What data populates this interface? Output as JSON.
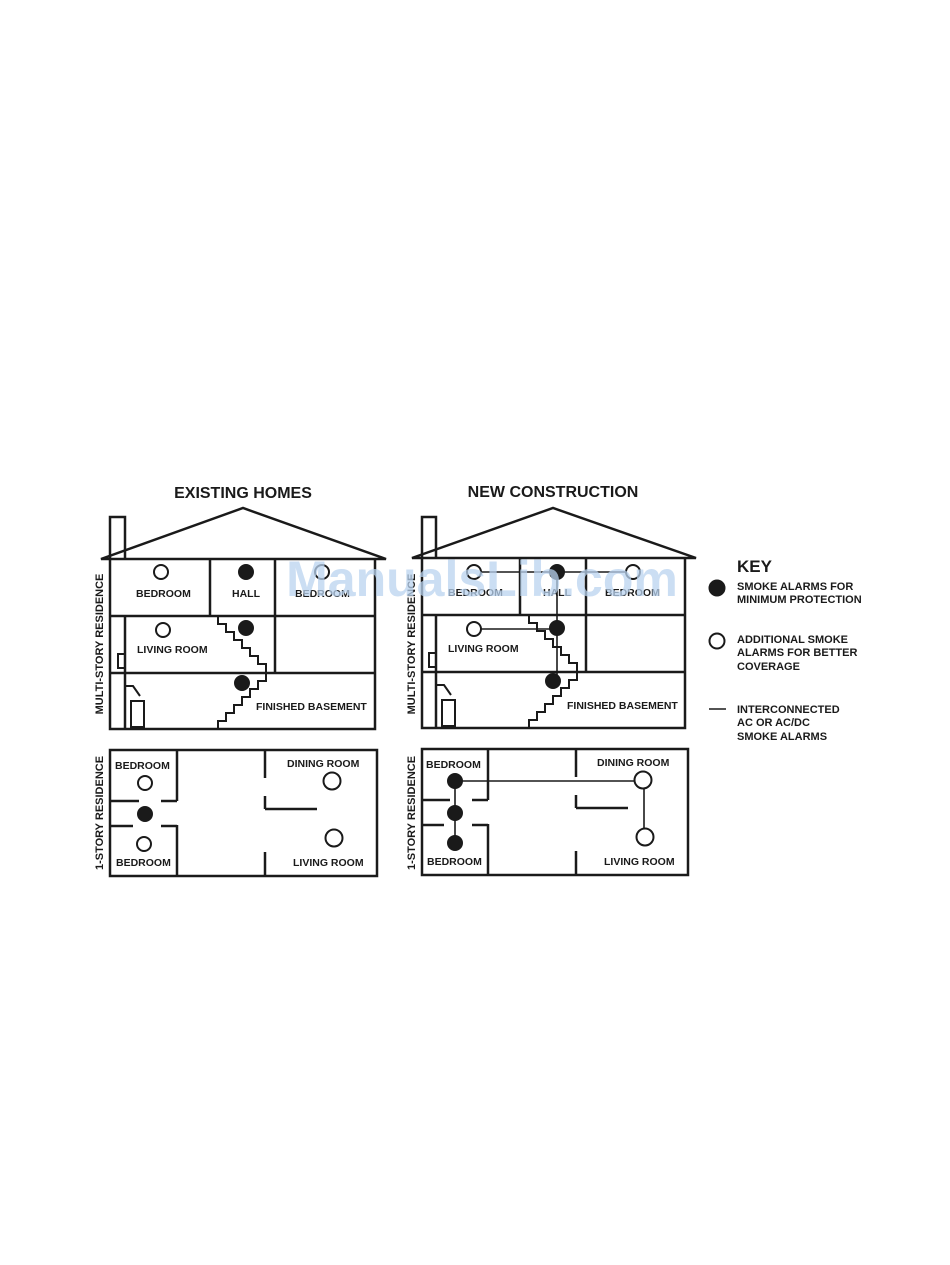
{
  "headings": {
    "existing": "EXISTING HOMES",
    "new": "NEW CONSTRUCTION"
  },
  "side_labels": {
    "multi": "MULTI-STORY RESIDENCE",
    "single": "1-STORY RESIDENCE"
  },
  "rooms": {
    "bedroom": "BEDROOM",
    "hall": "HALL",
    "living_room": "LIVING ROOM",
    "finished_basement": "FINISHED BASEMENT",
    "dining_room": "DINING ROOM"
  },
  "key": {
    "title": "KEY",
    "min_line1": "SMOKE ALARMS FOR",
    "min_line2": "MINIMUM PROTECTION",
    "add_line1": "ADDITIONAL SMOKE",
    "add_line2": "ALARMS FOR BETTER",
    "add_line3": "COVERAGE",
    "int_line1": "INTERCONNECTED",
    "int_line2": "AC OR AC/DC",
    "int_line3": "SMOKE ALARMS"
  },
  "watermark": "ManualsLib.com",
  "alarm_types": {
    "filled": "smoke alarm for minimum protection",
    "open": "additional smoke alarm for better coverage"
  }
}
